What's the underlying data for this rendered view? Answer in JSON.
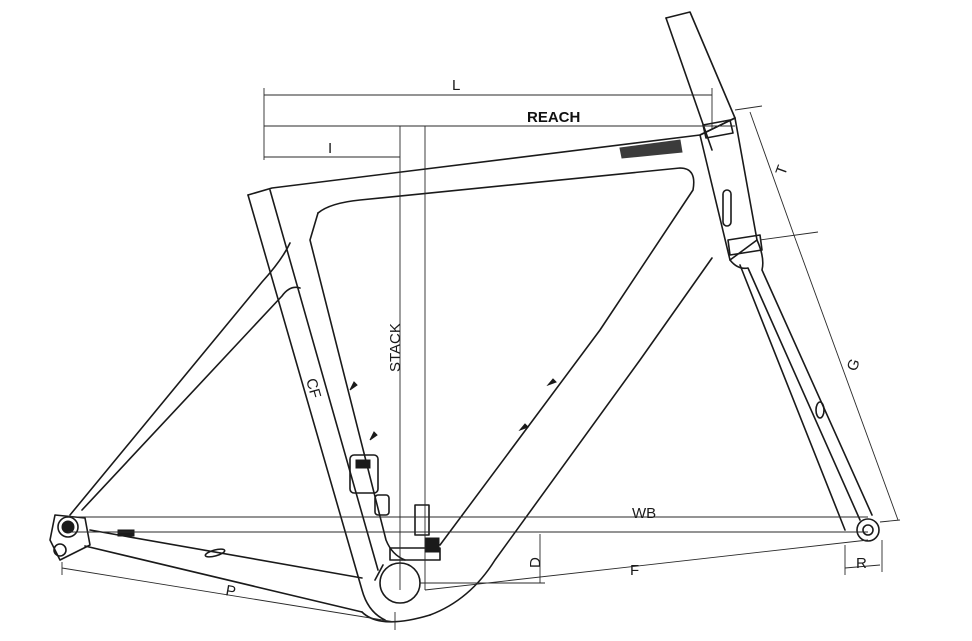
{
  "labels": {
    "L": "L",
    "reach": "REACH",
    "I": "I",
    "T": "T",
    "stack": "STACK",
    "CF": "CF",
    "G": "G",
    "WB": "WB",
    "D": "D",
    "F": "F",
    "P": "P",
    "R": "R"
  }
}
